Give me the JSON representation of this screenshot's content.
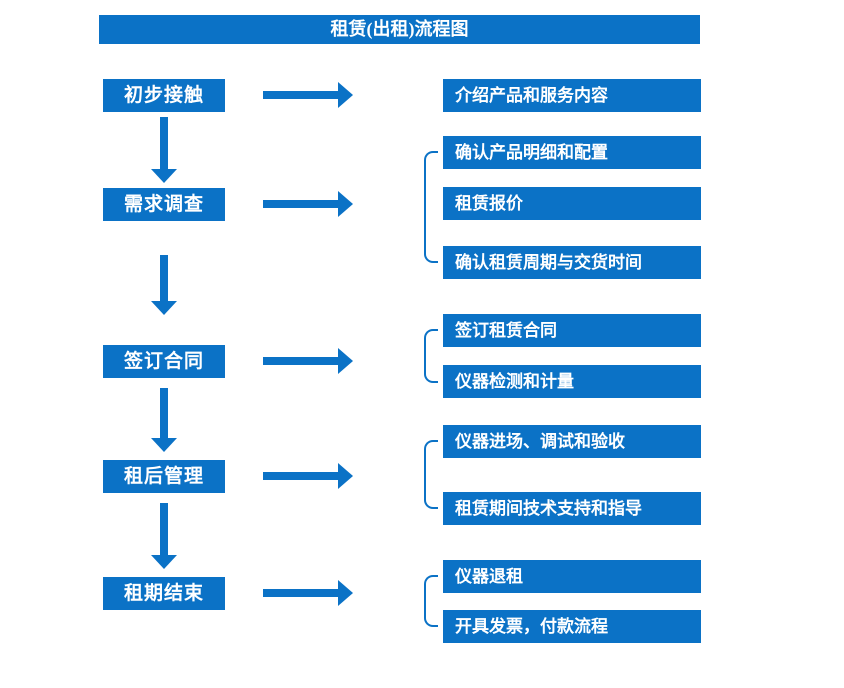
{
  "title": "租赁(出租)流程图",
  "colors": {
    "accent": "#0B72C6",
    "box_text": "#FFFFFF",
    "background": "#FFFFFF"
  },
  "steps": [
    {
      "label": "初步接触",
      "outputs": [
        "介绍产品和服务内容"
      ]
    },
    {
      "label": "需求调查",
      "outputs": [
        "确认产品明细和配置",
        "租赁报价",
        "确认租赁周期与交货时间"
      ]
    },
    {
      "label": "签订合同",
      "outputs": [
        "签订租赁合同",
        "仪器检测和计量"
      ]
    },
    {
      "label": "租后管理",
      "outputs": [
        "仪器进场、调试和验收",
        "租赁期间技术支持和指导"
      ]
    },
    {
      "label": "租期结束",
      "outputs": [
        "仪器退租",
        "开具发票，付款流程"
      ]
    }
  ]
}
